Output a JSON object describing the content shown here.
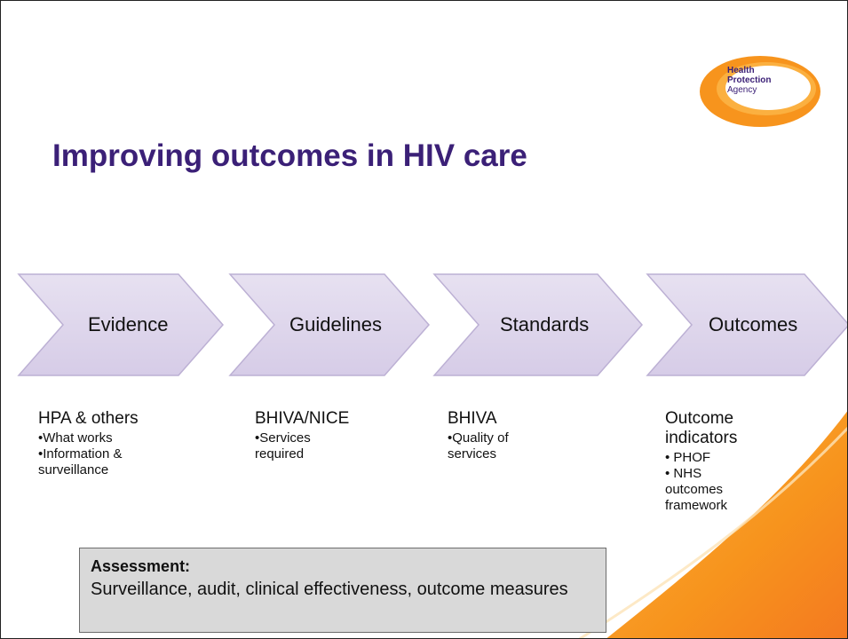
{
  "slide": {
    "title": "Improving outcomes in HIV care",
    "logo": {
      "line1": "Health",
      "line2": "Protection",
      "line3": "Agency"
    },
    "arrows": [
      {
        "label": "Evidence"
      },
      {
        "label": "Guidelines"
      },
      {
        "label": "Standards"
      },
      {
        "label": "Outcomes"
      }
    ],
    "columns": [
      {
        "head": "HPA & others",
        "bullets": [
          "•What works",
          "•Information &",
          "surveillance"
        ]
      },
      {
        "head": "BHIVA/NICE",
        "bullets": [
          "•Services",
          "required"
        ]
      },
      {
        "head": "BHIVA",
        "bullets": [
          "•Quality of",
          "services"
        ]
      },
      {
        "head1": "Outcome",
        "head2": "indicators",
        "bullets": [
          "• PHOF",
          "• NHS",
          "outcomes",
          "framework"
        ]
      }
    ],
    "assessment": {
      "heading": "Assessment:",
      "text": "Surveillance, audit, clinical effectiveness, outcome measures"
    },
    "colors": {
      "title": "#3b2077",
      "arrow_fill": "#dcd3ea",
      "arrow_stroke": "#bcb0d4",
      "swoosh": "#f7941d",
      "assessment_bg": "#d9d9d9"
    }
  }
}
